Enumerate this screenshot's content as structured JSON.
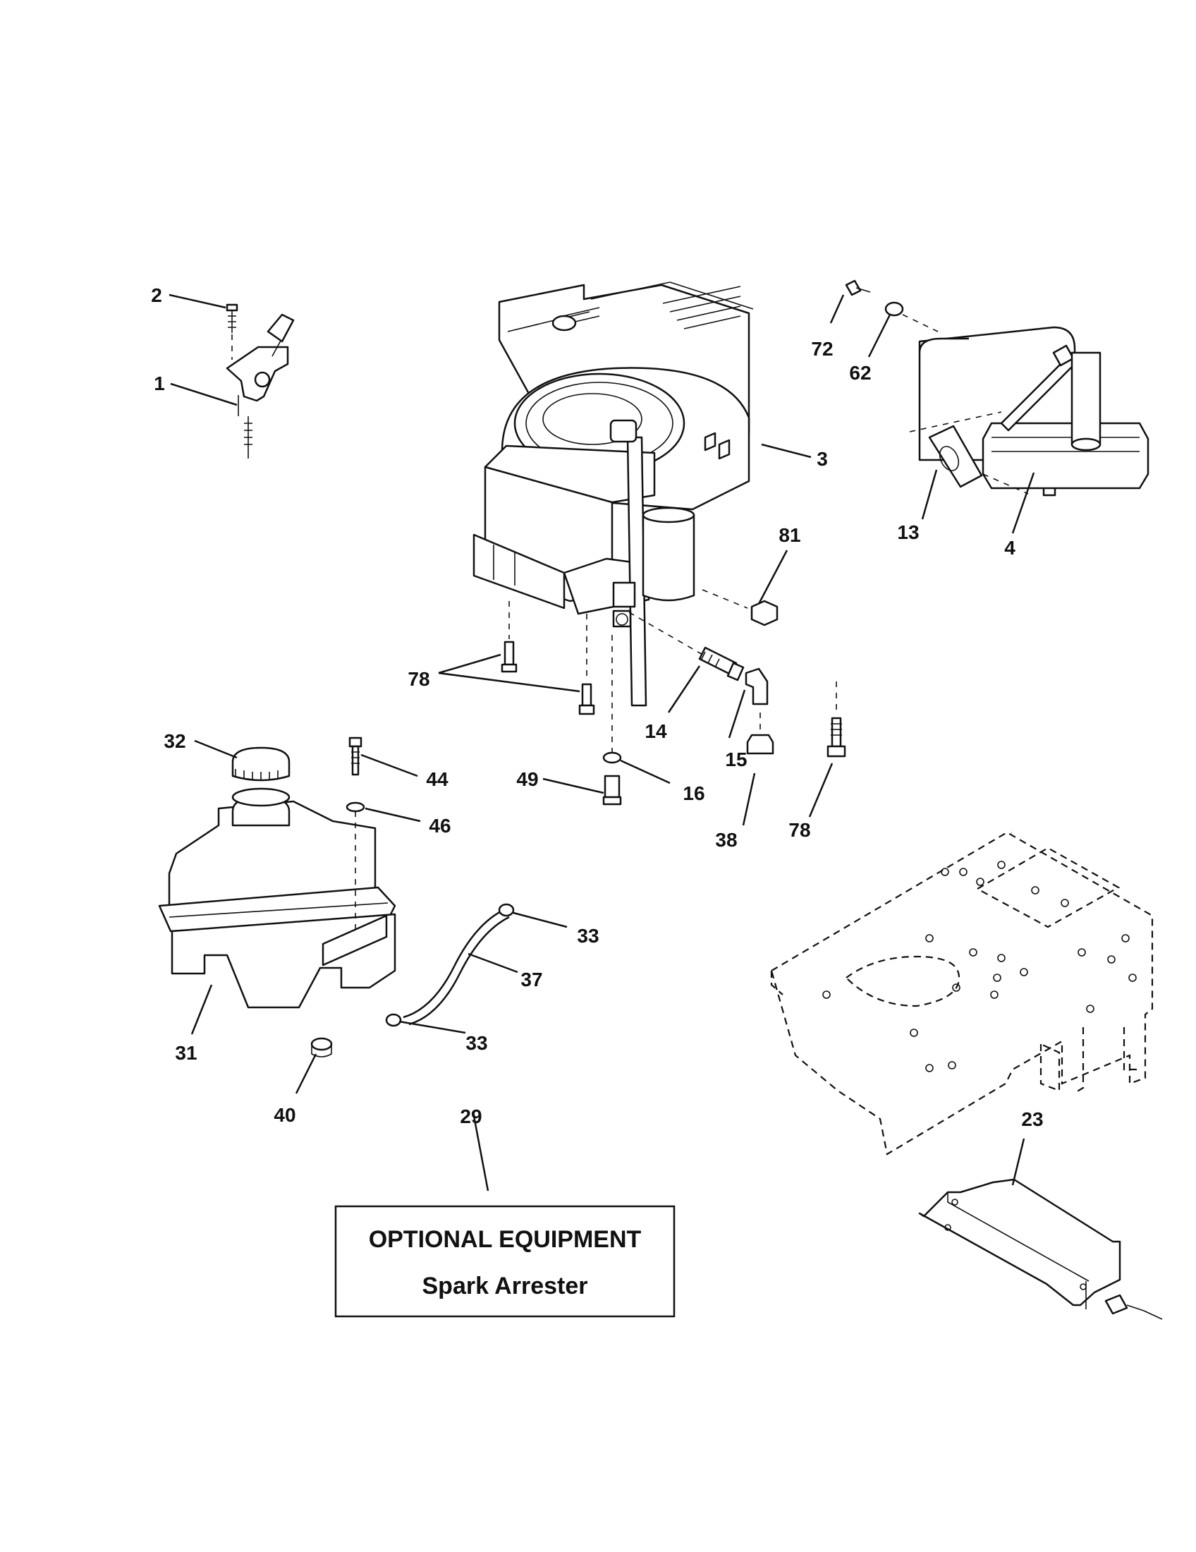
{
  "callouts": {
    "c1": "1",
    "c2": "2",
    "c3": "3",
    "c4": "4",
    "c13": "13",
    "c14": "14",
    "c15": "15",
    "c16": "16",
    "c23": "23",
    "c29": "29",
    "c31": "31",
    "c32": "32",
    "c33a": "33",
    "c33b": "33",
    "c37": "37",
    "c38": "38",
    "c40": "40",
    "c44": "44",
    "c46": "46",
    "c49": "49",
    "c62": "62",
    "c72": "72",
    "c78a": "78",
    "c78b": "78",
    "c81": "81"
  },
  "optional_box": {
    "title": "OPTIONAL EQUIPMENT",
    "subtitle": "Spark Arrester"
  }
}
